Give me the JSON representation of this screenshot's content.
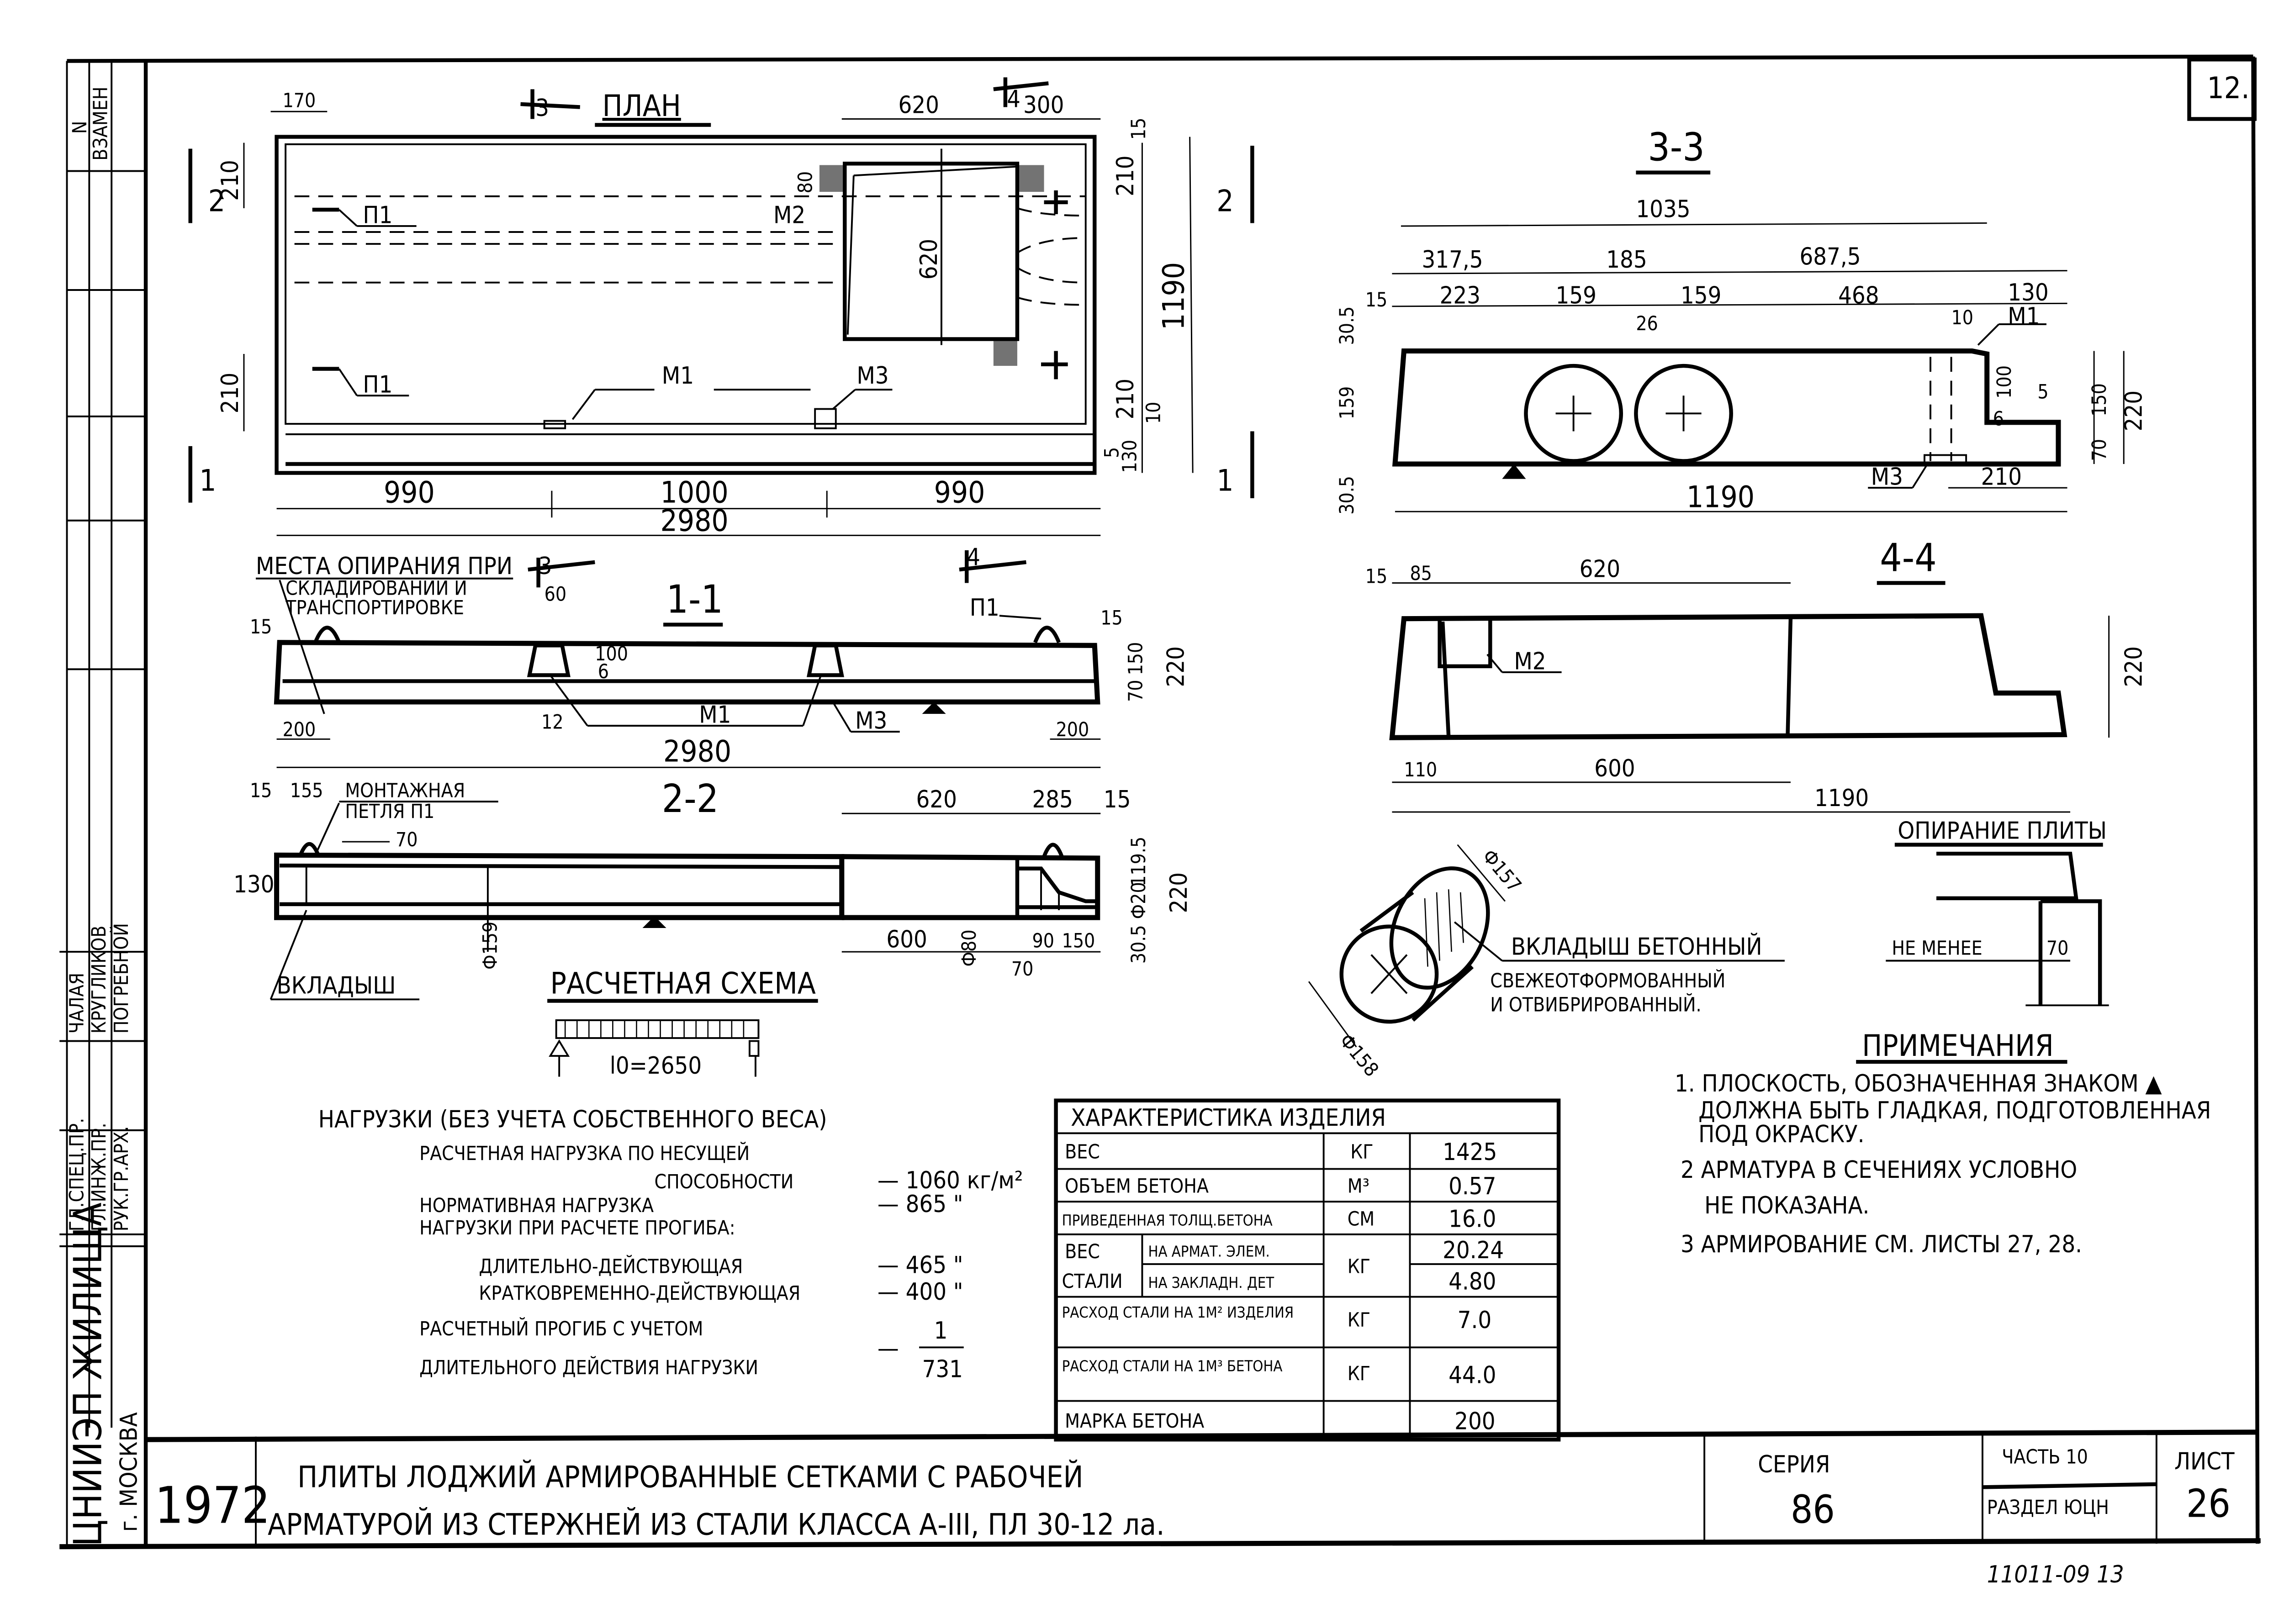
{
  "sheet": {
    "corner_number": "12.",
    "year": "1972",
    "organization": "ЦНИИЭП ЖИЛИЩА",
    "city": "г. МОСКВА",
    "replace_label_n": "N",
    "replace_label": "ВЗАМЕН",
    "stamp_rows": [
      {
        "role": "ГЛ.СПЕЦ.ПР.",
        "name": "ЧАЛАЯ"
      },
      {
        "role": "ГЛ.ИНЖ.ПР.",
        "name": "КРУГЛИКОВ"
      },
      {
        "role": "РУК.ГР.АРХ.",
        "name": "ПОГРЕБНОЙ"
      }
    ],
    "archive_code": "11011-09   13"
  },
  "title_block": {
    "title_line1": "ПЛИТЫ ЛОДЖИЙ АРМИРОВАННЫЕ СЕТКАМИ С РАБОЧЕЙ",
    "title_line2": "АРМАТУРОЙ ИЗ СТЕРЖНЕЙ ИЗ СТАЛИ КЛАССА А-III, ПЛ 30-12 ла.",
    "series_label": "СЕРИЯ",
    "series_value": "86",
    "part_label": "ЧАСТЬ 10",
    "section_label": "РАЗДЕЛ ЮЦН",
    "sheet_label": "ЛИСТ",
    "sheet_value": "26"
  },
  "views": {
    "plan": {
      "title": "ПЛАН",
      "cut3": "3",
      "cut4": "4",
      "cut1": "1",
      "cut2": "2",
      "dims_top": [
        "170",
        "620",
        "300",
        "15"
      ],
      "dims_left": [
        "210",
        "210"
      ],
      "dims_right": [
        "210",
        "210",
        "10",
        "5",
        "130",
        "1190"
      ],
      "dims_bottom": [
        "990",
        "1000",
        "990",
        "2980"
      ],
      "inner_dims": [
        "80",
        "620"
      ],
      "labels": [
        "П1",
        "П1",
        "М2",
        "М1",
        "М3"
      ]
    },
    "section_1_1": {
      "title": "1-1",
      "note_line1": "МЕСТА ОПИРАНИЯ ПРИ",
      "note_line2": "СКЛАДИРОВАНИИ И",
      "note_line3": "ТРАНСПОРТИРОВКЕ",
      "dims": [
        "15",
        "60",
        "100",
        "6",
        "15",
        "150",
        "70",
        "220",
        "200",
        "12",
        "2980",
        "200"
      ],
      "labels": [
        "П1",
        "М1",
        "М3"
      ]
    },
    "section_2_2": {
      "title": "2-2",
      "note_line1": "МОНТАЖНАЯ",
      "note_line2": "ПЕТЛЯ П1",
      "insert_label": "ВКЛАДЫШ",
      "dims": [
        "15",
        "155",
        "70",
        "130",
        "Ф159",
        "620",
        "285",
        "15",
        "600",
        "Ф80",
        "70",
        "90",
        "150",
        "30.5",
        "Ф20",
        "119.5",
        "220"
      ]
    },
    "calc_scheme": {
      "title": "РАСЧЕТНАЯ СХЕМА",
      "span": "l0=2650"
    },
    "section_3_3": {
      "title": "3-3",
      "dims_top": [
        "1035",
        "317,5",
        "185",
        "687,5",
        "15",
        "223",
        "159",
        "26",
        "159",
        "468",
        "130",
        "10"
      ],
      "dims_left": [
        "30.5",
        "159",
        "30.5"
      ],
      "dims_right": [
        "100",
        "6",
        "5",
        "150",
        "70",
        "220"
      ],
      "dims_bottom": [
        "1190",
        "210"
      ],
      "labels": [
        "М1",
        "М3"
      ]
    },
    "section_4_4": {
      "title": "4-4",
      "dims_top": [
        "15",
        "85",
        "620"
      ],
      "dims_bottom": [
        "110",
        "600",
        "1190"
      ],
      "dims_right": [
        "220"
      ],
      "labels": [
        "М2"
      ]
    },
    "insert_detail": {
      "dia_top": "Ф157",
      "dia_bottom": "Ф158",
      "caption_line1": "ВКЛАДЫШ БЕТОННЫЙ",
      "caption_line2": "СВЕЖЕОТФОРМОВАННЫЙ",
      "caption_line3": "И ОТВИБРИРОВАННЫЙ."
    },
    "support_detail": {
      "title": "ОПИРАНИЕ ПЛИТЫ",
      "note": "НЕ МЕНЕЕ",
      "dim": "70"
    }
  },
  "loads": {
    "heading": "НАГРУЗКИ (БЕЗ УЧЕТА СОБСТВЕННОГО ВЕСА)",
    "rows": [
      {
        "label": "РАСЧЕТНАЯ НАГРУЗКА ПО НЕСУЩЕЙ",
        "label2": "СПОСОБНОСТИ",
        "value": "— 1060 кг/м²"
      },
      {
        "label": "НОРМАТИВНАЯ НАГРУЗКА",
        "value": "— 865 \""
      },
      {
        "label": "НАГРУЗКИ ПРИ РАСЧЕТЕ ПРОГИБА:",
        "value": ""
      },
      {
        "label": "ДЛИТЕЛЬНО-ДЕЙСТВУЮЩАЯ",
        "value": "— 465 \""
      },
      {
        "label": "КРАТКОВРЕМЕННО-ДЕЙСТВУЮЩАЯ",
        "value": "— 400 \""
      }
    ],
    "deflection_label1": "РАСЧЕТНЫЙ ПРОГИБ С УЧЕТОМ",
    "deflection_label2": "ДЛИТЕЛЬНОГО ДЕЙСТВИЯ НАГРУЗКИ",
    "deflection_numerator": "1",
    "deflection_denominator": "731",
    "dash": "—"
  },
  "characteristics": {
    "title": "ХАРАКТЕРИСТИКА ИЗДЕЛИЯ",
    "rows": [
      {
        "label": "ВЕС",
        "unit": "КГ",
        "value": "1425"
      },
      {
        "label": "ОБЪЕМ БЕТОНА",
        "unit": "М³",
        "value": "0.57"
      },
      {
        "label": "ПРИВЕДЕННАЯ ТОЛЩ.БЕТОНА",
        "unit": "СМ",
        "value": "16.0"
      },
      {
        "label": "ВЕС СТАЛИ",
        "sub1": "НА АРМАТ. ЭЛЕМ.",
        "sub2": "НА ЗАКЛАДН. ДЕТ",
        "unit": "КГ",
        "value1": "20.24",
        "value2": "4.80"
      },
      {
        "label": "РАСХОД СТАЛИ НА 1М² ИЗДЕЛИЯ",
        "unit": "КГ",
        "value": "7.0"
      },
      {
        "label": "РАСХОД СТАЛИ НА 1М³ БЕТОНА",
        "unit": "КГ",
        "value": "44.0"
      },
      {
        "label": "МАРКА БЕТОНА",
        "unit": "",
        "value": "200"
      }
    ],
    "steel_label_1": "ВЕС",
    "steel_label_2": "СТАЛИ"
  },
  "notes": {
    "heading": "ПРИМЕЧАНИЯ",
    "items": [
      "1. ПЛОСКОСТЬ, ОБОЗНАЧЕННАЯ ЗНАКОМ ▲",
      "ДОЛЖНА БЫТЬ ГЛАДКАЯ, ПОДГОТОВЛЕННАЯ",
      "ПОД ОКРАСКУ.",
      "2 АРМАТУРА В СЕЧЕНИЯХ УСЛОВНО",
      "НЕ ПОКАЗАНА.",
      "3 АРМИРОВАНИЕ СМ. ЛИСТЫ 27, 28."
    ]
  }
}
